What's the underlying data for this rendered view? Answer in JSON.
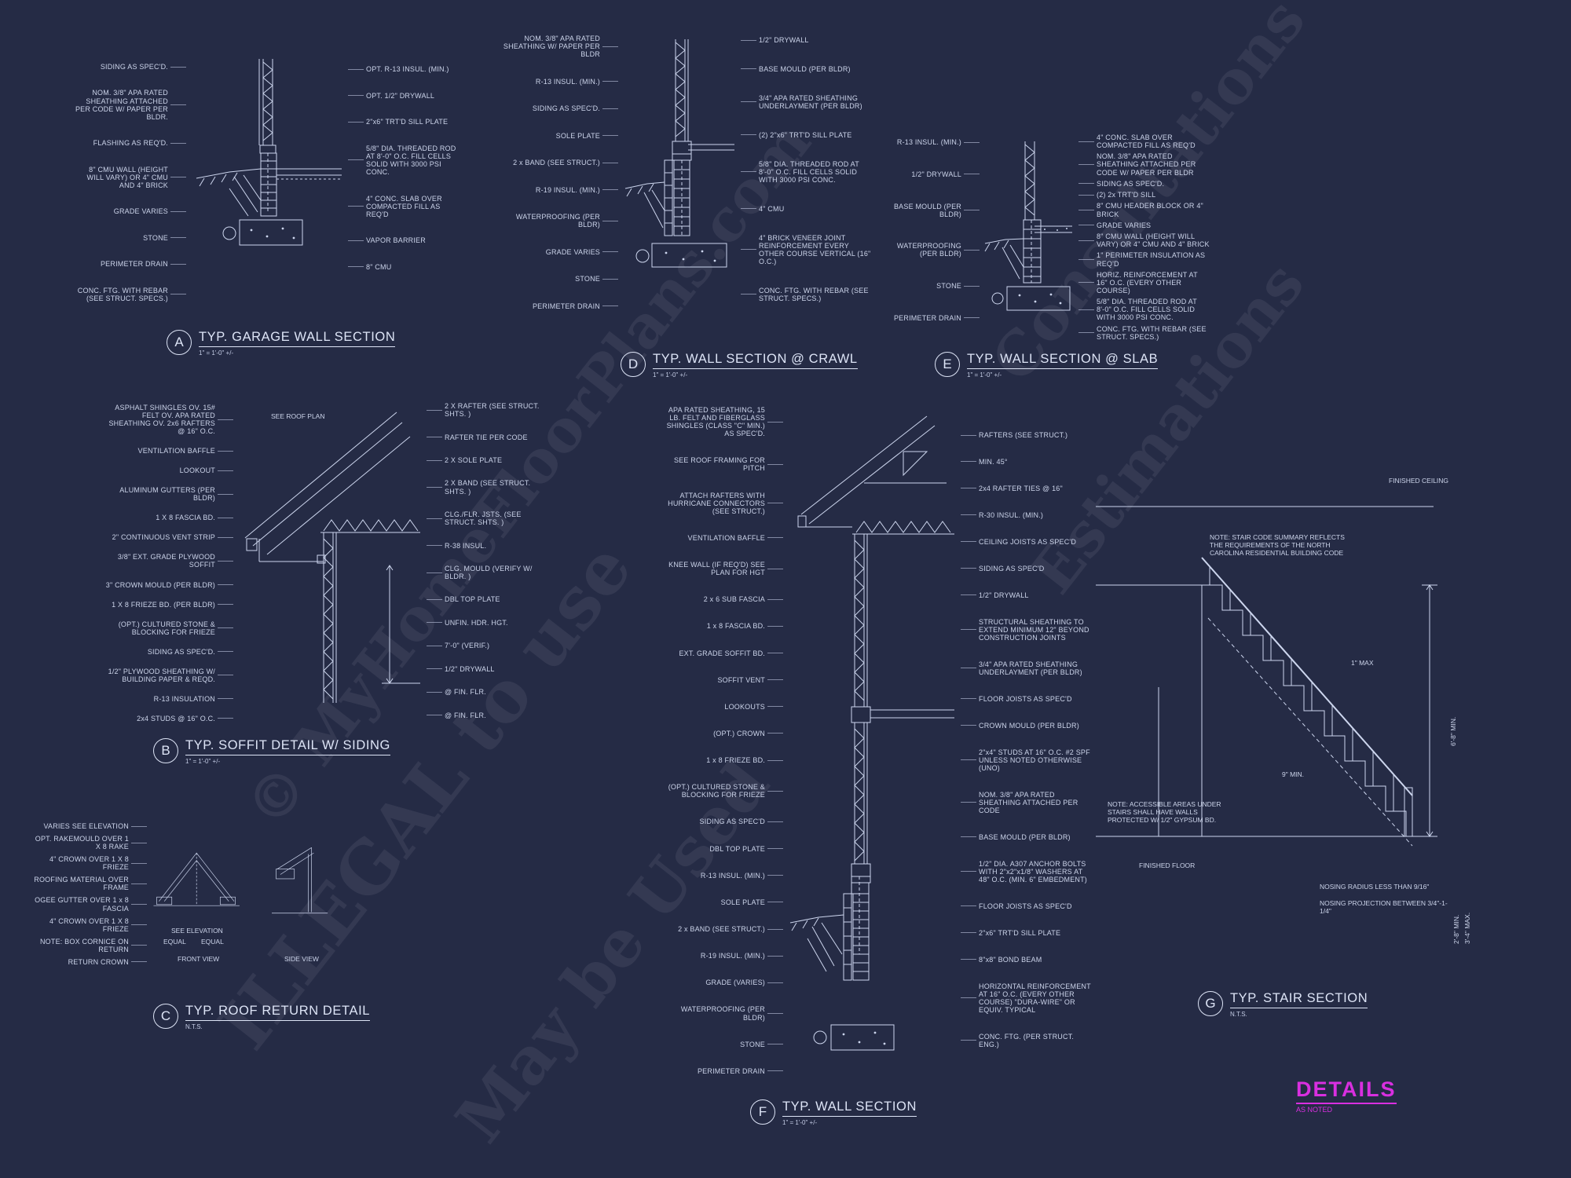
{
  "sheet": {
    "bg": "#252b45",
    "ink": "#dde4f6",
    "accent": "#d92fe0",
    "title": "DETAILS",
    "title_note": "AS NOTED"
  },
  "watermark": {
    "line1": "© MyHomeFloorPlans.com",
    "line2": "ILLEGAL to use",
    "line3": "May be Used",
    "line4": "Consultations",
    "line5": "Estimations"
  },
  "panels": {
    "A": {
      "letter": "A",
      "title": "TYP. GARAGE WALL SECTION",
      "scale": "1\" = 1'-0\" +/-",
      "labels_left": [
        "SIDING AS SPEC'D.",
        "NOM. 3/8\" APA RATED SHEATHING ATTACHED PER CODE W/ PAPER PER BLDR.",
        "FLASHING AS REQ'D.",
        "8\" CMU WALL (HEIGHT WILL VARY) OR 4\" CMU AND 4\" BRICK",
        "GRADE VARIES",
        "STONE",
        "PERIMETER DRAIN",
        "CONC. FTG. WITH REBAR (SEE STRUCT. SPECS.)"
      ],
      "labels_right": [
        "OPT. R-13 INSUL. (MIN.)",
        "OPT. 1/2\" DRYWALL",
        "2\"x6\" TRT'D SILL PLATE",
        "5/8\" DIA. THREADED ROD AT 8'-0\" O.C. FILL CELLS SOLID WITH 3000 PSI CONC.",
        "4\" CONC. SLAB OVER COMPACTED FILL AS REQ'D",
        "VAPOR BARRIER",
        "8\" CMU"
      ]
    },
    "D": {
      "letter": "D",
      "title": "TYP. WALL SECTION @ CRAWL",
      "scale": "1\" = 1'-0\" +/-",
      "labels_left": [
        "NOM. 3/8\" APA RATED SHEATHING W/ PAPER PER BLDR",
        "R-13 INSUL. (MIN.)",
        "SIDING AS SPEC'D.",
        "SOLE PLATE",
        "2 x BAND (SEE STRUCT.)",
        "R-19 INSUL. (MIN.)",
        "WATERPROOFING (PER BLDR)",
        "GRADE VARIES",
        "STONE",
        "PERIMETER DRAIN"
      ],
      "labels_right": [
        "1/2\" DRYWALL",
        "BASE MOULD (PER BLDR)",
        "3/4\" APA RATED SHEATHING UNDERLAYMENT (PER BLDR)",
        "(2) 2\"x6\" TRT'D SILL PLATE",
        "5/8\" DIA. THREADED ROD AT 8'-0\" O.C. FILL CELLS SOLID WITH 3000 PSI CONC.",
        "4\" CMU",
        "4\" BRICK VENEER JOINT REINFORCEMENT EVERY OTHER COURSE VERTICAL (16\" O.C.)",
        "CONC. FTG. WITH REBAR (SEE STRUCT. SPECS.)"
      ]
    },
    "E": {
      "letter": "E",
      "title": "TYP. WALL SECTION @ SLAB",
      "scale": "1\" = 1'-0\" +/-",
      "labels_left": [
        "R-13 INSUL. (MIN.)",
        "1/2\" DRYWALL",
        "BASE MOULD (PER BLDR)",
        "WATERPROOFING (PER BLDR)",
        "STONE",
        "PERIMETER DRAIN"
      ],
      "labels_right": [
        "4\" CONC. SLAB OVER COMPACTED FILL AS REQ'D",
        "NOM. 3/8\" APA RATED SHEATHING ATTACHED PER CODE W/ PAPER PER BLDR",
        "SIDING AS SPEC'D.",
        "(2) 2x TRT'D SILL",
        "8\" CMU HEADER BLOCK OR 4\" BRICK",
        "GRADE VARIES",
        "8\" CMU WALL (HEIGHT WILL VARY) OR 4\" CMU AND 4\" BRICK",
        "1\" PERIMETER INSULATION AS REQ'D",
        "HORIZ. REINFORCEMENT AT 16\" O.C. (EVERY OTHER COURSE)",
        "5/8\" DIA. THREADED ROD AT 8'-0\" O.C. FILL CELLS SOLID WITH 3000 PSI CONC.",
        "CONC. FTG. WITH REBAR (SEE STRUCT. SPECS.)"
      ]
    },
    "B": {
      "letter": "B",
      "title": "TYP. SOFFIT DETAIL W/ SIDING",
      "scale": "1\" = 1'-0\" +/-",
      "note_roof": "SEE ROOF PLAN",
      "labels_left": [
        "ASPHALT SHINGLES OV. 15# FELT OV. APA RATED SHEATHING OV. 2x6 RAFTERS @ 16\" O.C.",
        "VENTILATION BAFFLE",
        "LOOKOUT",
        "ALUMINUM GUTTERS (PER BLDR)",
        "1 X 8 FASCIA BD.",
        "2\" CONTINUOUS VENT STRIP",
        "3/8\" EXT. GRADE PLYWOOD SOFFIT",
        "3\" CROWN MOULD (PER BLDR)",
        "1 X 8 FRIEZE BD. (PER BLDR)",
        "(OPT.) CULTURED STONE & BLOCKING FOR FRIEZE",
        "SIDING AS SPEC'D.",
        "1/2\" PLYWOOD SHEATHING W/ BUILDING PAPER & REQD.",
        "R-13 INSULATION",
        "2x4 STUDS @ 16\" O.C."
      ],
      "labels_right": [
        "2 X RAFTER (SEE STRUCT. SHTS. )",
        "RAFTER TIE PER CODE",
        "2 X SOLE PLATE",
        "2 X BAND (SEE STRUCT. SHTS. )",
        "CLG./FLR. JSTS. (SEE STRUCT. SHTS. )",
        "R-38 INSUL.",
        "CLG. MOULD (VERIFY W/ BLDR. )",
        "DBL TOP PLATE",
        "UNFIN. HDR. HGT.",
        "7'-0\" (VERIF.)",
        "1/2\" DRYWALL",
        "@ FIN. FLR.",
        "@ FIN. FLR."
      ]
    },
    "C": {
      "letter": "C",
      "title": "TYP. ROOF RETURN DETAIL",
      "scale": "N.T.S.",
      "labels_left": [
        "VARIES SEE ELEVATION",
        "OPT. RAKEMOULD OVER 1 X 8 RAKE",
        "4\" CROWN OVER 1 X 8 FRIEZE",
        "ROOFING MATERIAL OVER FRAME",
        "OGEE GUTTER OVER 1 x 8 FASCIA",
        "4\" CROWN OVER 1 X 8 FRIEZE",
        "NOTE: BOX CORNICE ON RETURN",
        "RETURN CROWN"
      ],
      "notes": {
        "equal1": "EQUAL",
        "equal2": "EQUAL",
        "see_elev": "SEE ELEVATION",
        "front": "FRONT VIEW",
        "side": "SIDE VIEW"
      }
    },
    "F": {
      "letter": "F",
      "title": "TYP. WALL SECTION",
      "scale": "1\" = 1'-0\" +/-",
      "labels_left": [
        "APA RATED SHEATHING, 15 LB. FELT AND FIBERGLASS SHINGLES (CLASS \"C\" MIN.) AS SPEC'D.",
        "SEE ROOF FRAMING FOR PITCH",
        "ATTACH RAFTERS WITH HURRICANE CONNECTORS (SEE STRUCT.)",
        "VENTILATION BAFFLE",
        "KNEE WALL (IF REQ'D) SEE PLAN FOR HGT",
        "2 x 6  SUB FASCIA",
        "1 x 8  FASCIA BD.",
        "EXT. GRADE SOFFIT BD.",
        "SOFFIT VENT",
        "LOOKOUTS",
        "(OPT.) CROWN",
        "1 x 8 FRIEZE BD.",
        "(OPT.) CULTURED STONE & BLOCKING FOR FRIEZE",
        "SIDING AS SPEC'D",
        "DBL TOP PLATE",
        "R-13 INSUL. (MIN.)",
        "SOLE PLATE",
        "2 x BAND (SEE STRUCT.)",
        "R-19 INSUL. (MIN.)",
        "GRADE (VARIES)",
        "WATERPROOFING (PER BLDR)",
        "STONE",
        "PERIMETER DRAIN"
      ],
      "labels_right": [
        "RAFTERS (SEE STRUCT.)",
        "MIN. 45°",
        "2x4 RAFTER TIES @ 16\"",
        "R-30 INSUL. (MIN.)",
        "CEILING JOISTS AS SPEC'D",
        "SIDING AS SPEC'D",
        "1/2\" DRYWALL",
        "STRUCTURAL SHEATHING TO EXTEND MINIMUM 12\" BEYOND CONSTRUCTION JOINTS",
        "3/4\" APA RATED SHEATHING UNDERLAYMENT (PER BLDR)",
        "FLOOR JOISTS AS SPEC'D",
        "CROWN MOULD (PER BLDR)",
        "2\"x4\" STUDS AT 16\" O.C. #2 SPF UNLESS NOTED OTHERWISE (UNO)",
        "NOM. 3/8\" APA RATED SHEATHING ATTACHED PER CODE",
        "BASE MOULD (PER BLDR)",
        "1/2\" DIA. A307 ANCHOR BOLTS WITH 2\"x2\"x1/8\" WASHERS AT 48\" O.C. (MIN. 6\" EMBEDMENT)",
        "FLOOR JOISTS AS SPEC'D",
        "2\"x6\" TRT'D SILL PLATE",
        "8\"x8\" BOND BEAM",
        "HORIZONTAL REINFORCEMENT AT 16\" O.C. (EVERY OTHER COURSE) \"DURA-WIRE\" OR EQUIV. TYPICAL",
        "CONC. FTG. (PER STRUCT. ENG.)"
      ]
    },
    "G": {
      "letter": "G",
      "title": "TYP. STAIR SECTION",
      "scale": "N.T.S.",
      "notes": {
        "ceiling": "FINISHED CEILING",
        "code": "NOTE: STAIR CODE SUMMARY REFLECTS THE REQUIREMENTS OF THE NORTH CAROLINA RESIDENTIAL BUILDING CODE",
        "headroom": "6'-8\" MIN.",
        "nosing_max": "1\" MAX",
        "tread": "9\" MIN.",
        "under_stairs": "NOTE: ACCESSIBLE AREAS UNDER STAIRS SHALL HAVE WALLS PROTECTED W/ 1/2\" GYPSUM BD.",
        "rail_min": "2'-8\" MIN.",
        "rail_max": "3'-4\" MAX.",
        "nosing_radius": "NOSING RADIUS LESS THAN 9/16\"",
        "nosing_proj": "NOSING PROJECTION BETWEEN 3/4\"-1-1/4\"",
        "floor": "FINISHED FLOOR"
      }
    }
  }
}
